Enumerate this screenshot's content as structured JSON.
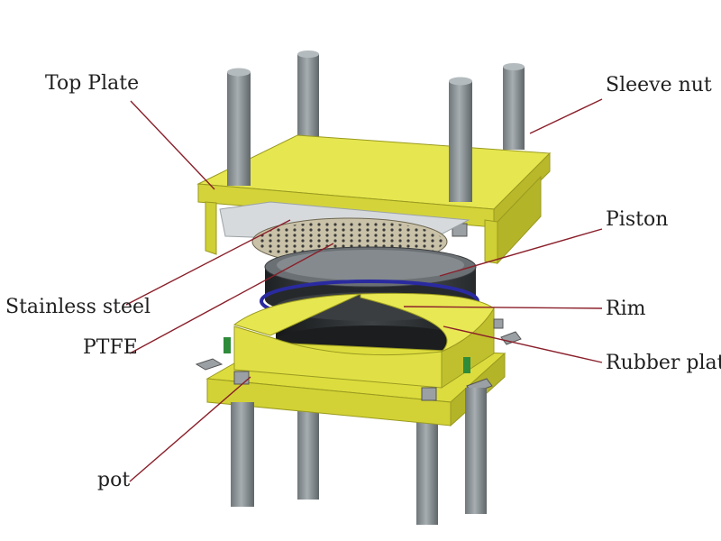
{
  "labels": {
    "top_plate": "Top Plate",
    "sleeve_nut": "Sleeve nut",
    "piston": "Piston",
    "stainless_steel": "Stainless steel",
    "rim": "Rim",
    "ptfe": "PTFE",
    "rubber_plate": "Rubber plate",
    "pot": "pot"
  },
  "colors": {
    "plate_yellow": "#d8d838",
    "plate_yellow_light": "#e6e650",
    "plate_yellow_dark": "#a8a820",
    "rod_gray": "#8a9296",
    "piston_dark": "#2f3336",
    "rim_blue": "#2a2aa0",
    "leader_line": "#8a1f2a"
  }
}
